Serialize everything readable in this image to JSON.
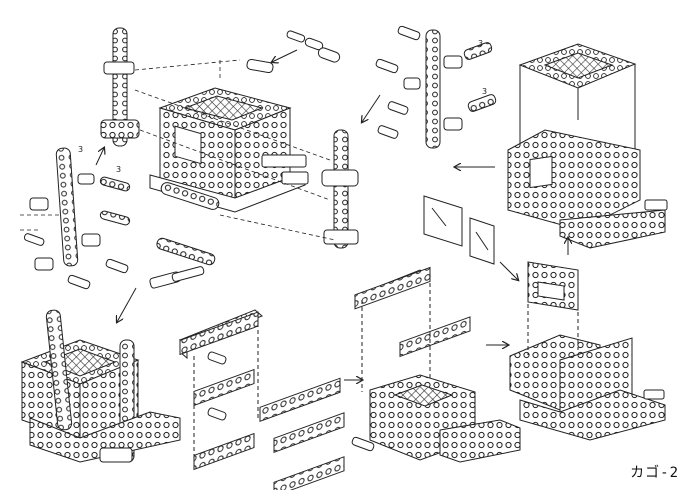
{
  "diagram": {
    "caption": "カゴ-2",
    "part_count_labels": [
      "3",
      "3",
      "3",
      "3"
    ]
  },
  "colors": {
    "ink": "#222222",
    "paper": "#ffffff",
    "mesh": "#333333"
  }
}
